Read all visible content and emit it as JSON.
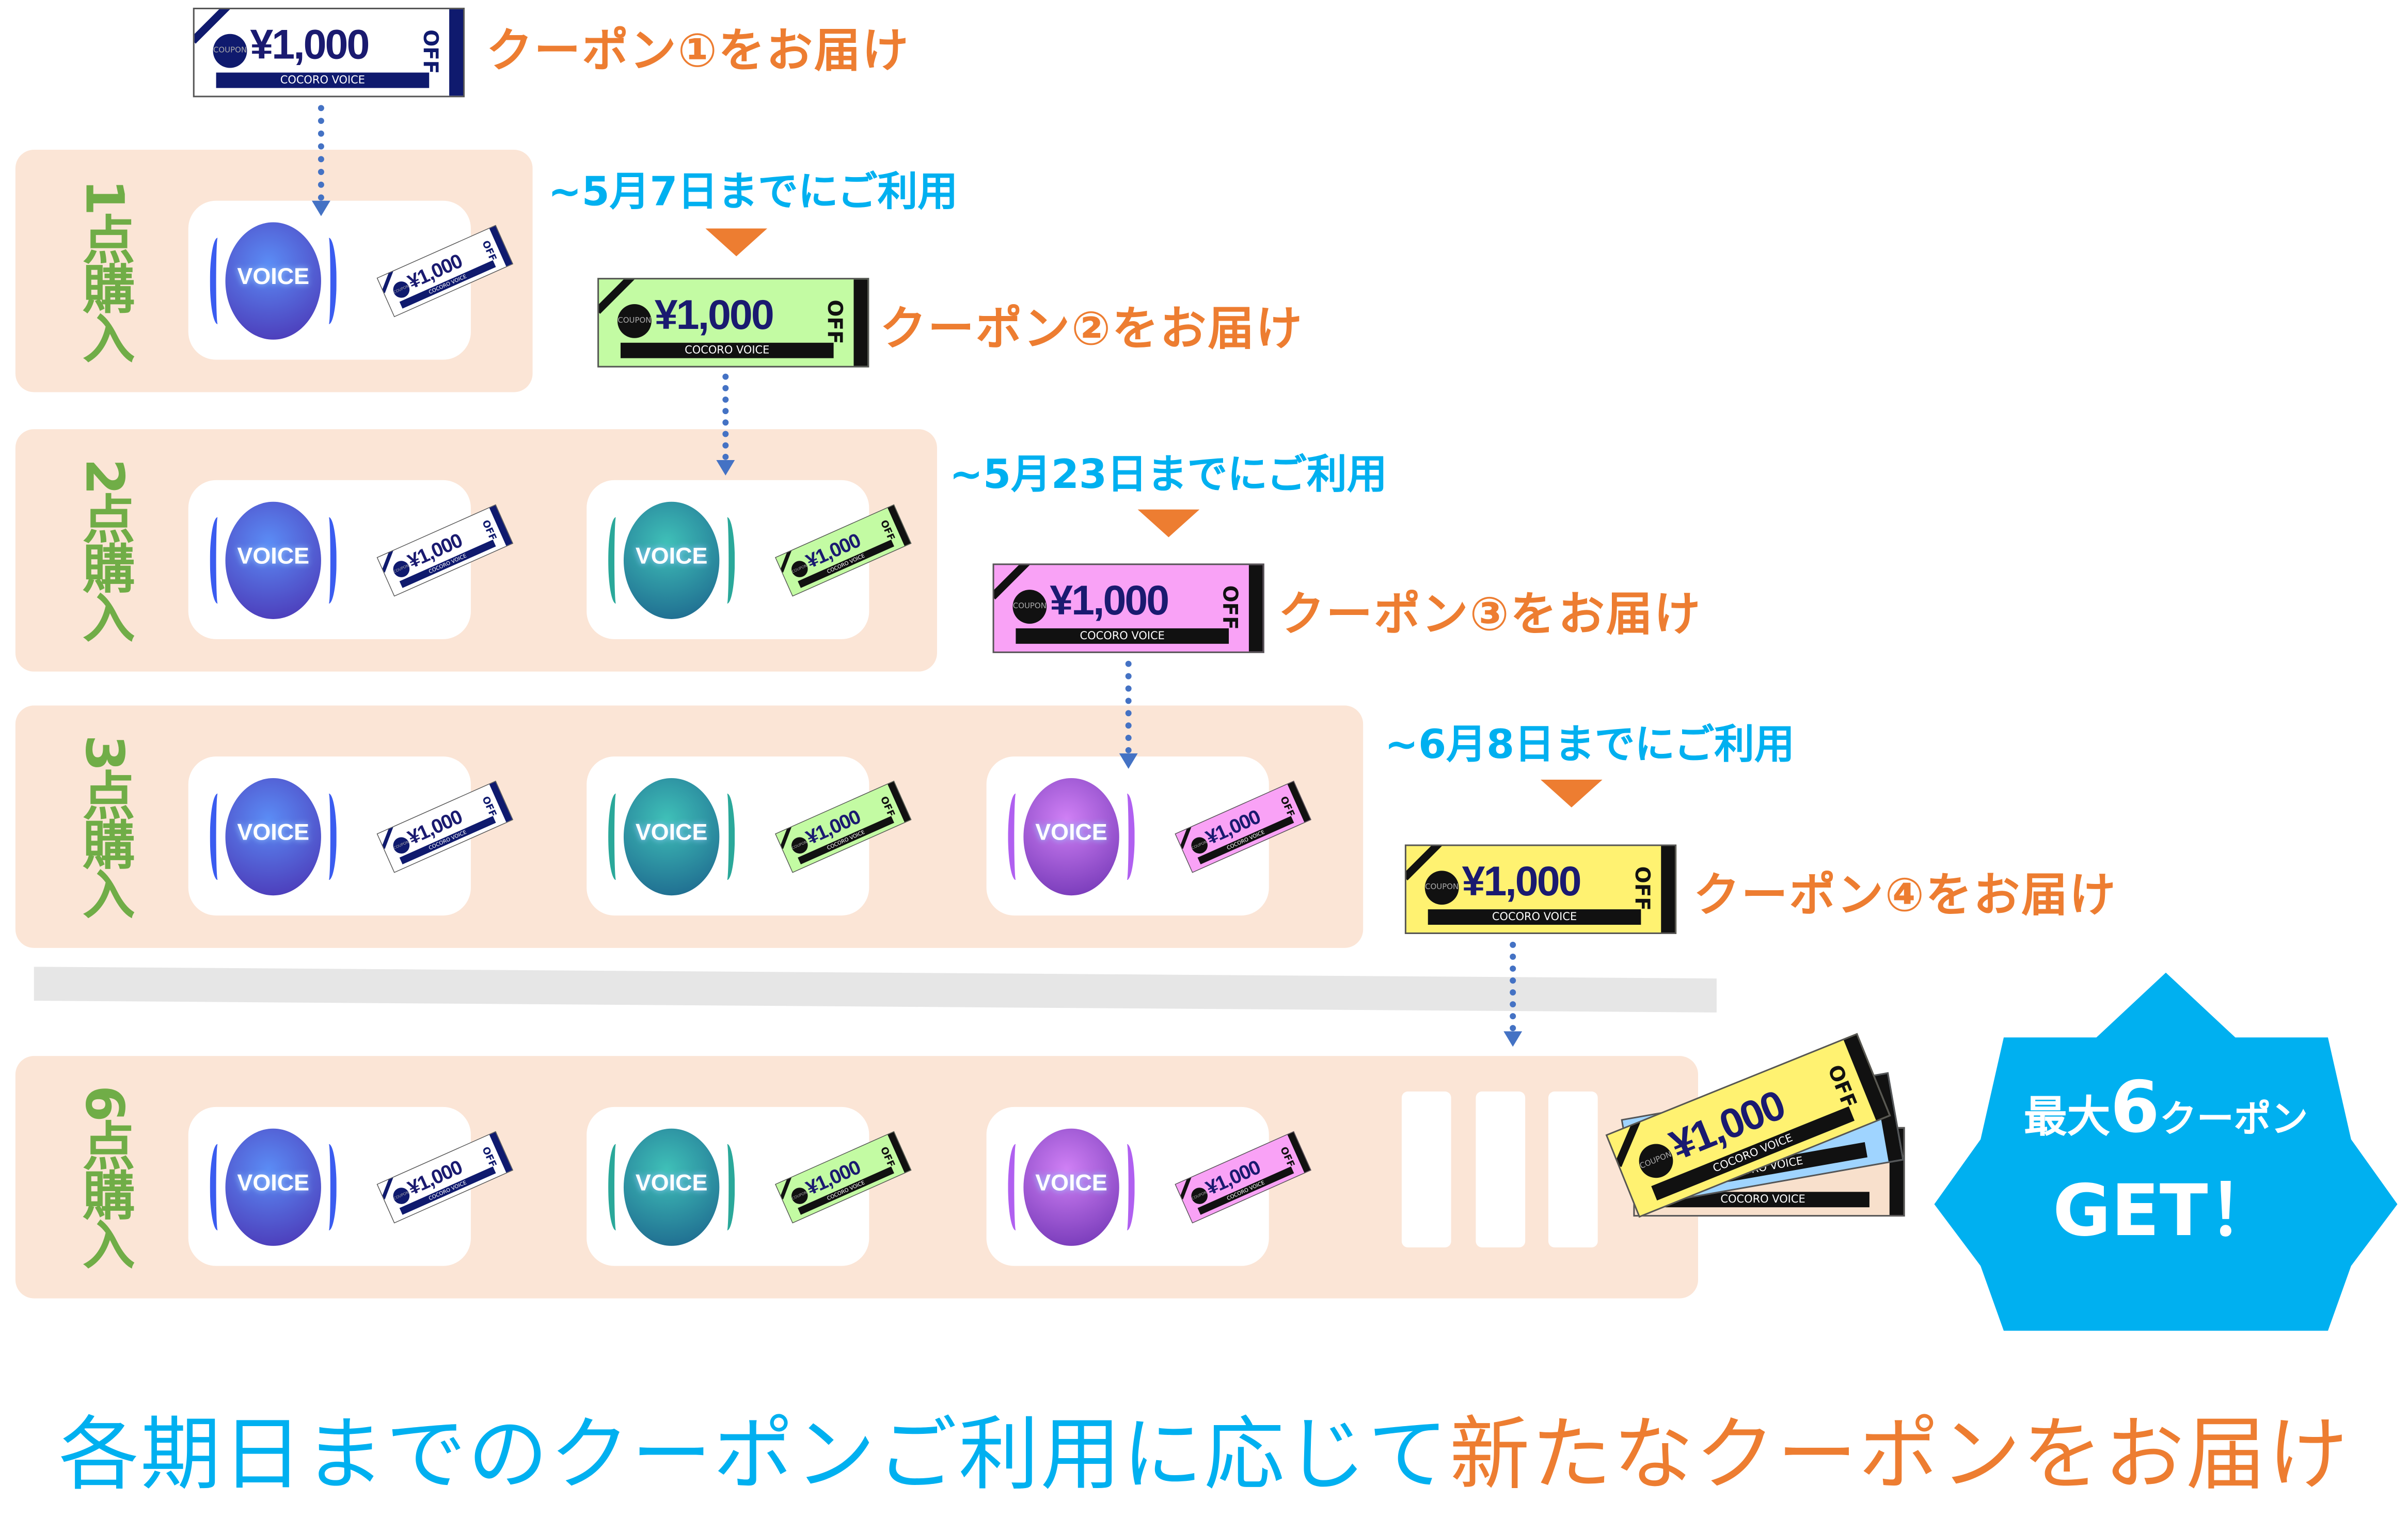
{
  "colors": {
    "orange": "#ed7d31",
    "blue": "#00b0f0",
    "green": "#70ad47",
    "panel": "#fbe5d6",
    "navy": "#0f1a6e"
  },
  "coupon_text": {
    "badge": "COUPON",
    "amount": "¥1,000",
    "off": "OFF",
    "brand": "COCORO VOICE"
  },
  "voice_text": "VOICE",
  "deliveries": [
    {
      "label": "クーポン①をお届け",
      "deadline": "",
      "color": "#ffffff",
      "accent": "#0f1a6e"
    },
    {
      "label": "クーポン②をお届け",
      "deadline": "~5月7日までにご利用",
      "color": "#c3fba3",
      "accent": "#111111"
    },
    {
      "label": "クーポン③をお届け",
      "deadline": "~5月23日までにご利用",
      "color": "#f9a2f6",
      "accent": "#111111"
    },
    {
      "label": "クーポン④をお届け",
      "deadline": "~6月8日までにご利用",
      "color": "#fff271",
      "accent": "#111111"
    }
  ],
  "rows": [
    {
      "label": "1点購入",
      "items": 1
    },
    {
      "label": "2点購入",
      "items": 2
    },
    {
      "label": "3点購入",
      "items": 3
    },
    {
      "label": "6点購入",
      "items": 3
    }
  ],
  "badge": {
    "line1_a": "最大",
    "line1_num": "6",
    "line1_b": "クーポン",
    "line2": "GET！"
  },
  "footer": {
    "part1": "各期日までのクーポンご利用に応じて",
    "part2": "新たなクーポンをお届け"
  }
}
